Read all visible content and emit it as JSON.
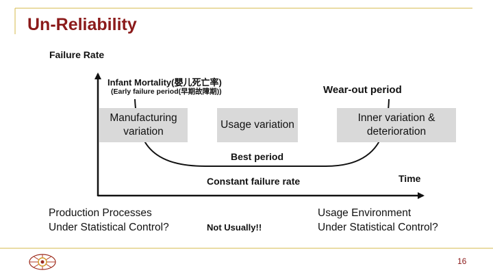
{
  "slide": {
    "title": "Un-Reliability",
    "page_number": "16"
  },
  "diagram": {
    "y_axis_label": "Failure Rate",
    "x_axis_label": "Time",
    "infant_mortality": "Infant Mortality(嬰儿死亡率)",
    "early_failure": "(Early failure period(早期故障期))",
    "wear_out": "Wear-out period",
    "boxes": [
      "Manufacturing variation",
      "Usage variation",
      "Inner variation & deterioration"
    ],
    "best_period": "Best period",
    "constant_failure_rate": "Constant failure rate"
  },
  "left_note": {
    "line1": "Production Processes",
    "line2": "Under Statistical Control?"
  },
  "right_note": {
    "line1": "Usage Environment",
    "line2": "Under Statistical Control?"
  },
  "middle_note": "Not Usually!!",
  "colors": {
    "title": "#8b1a1a",
    "frame": "#d4b94a",
    "box_fill": "#d9d9d9"
  },
  "logo": "university-emblem"
}
